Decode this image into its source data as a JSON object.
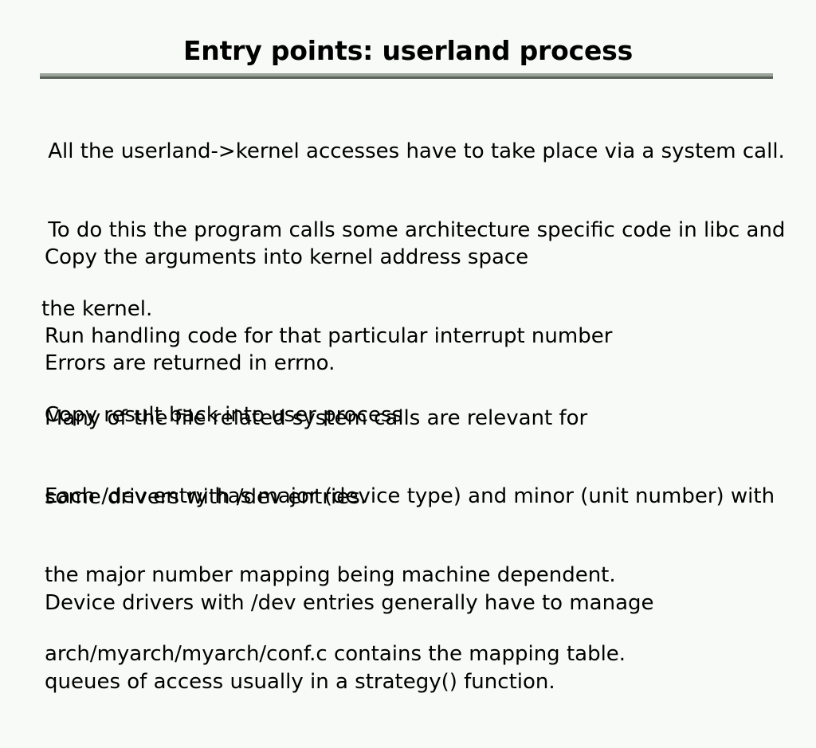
{
  "slide": {
    "title": "Entry points: userland process",
    "background_color": "#f7faf7",
    "text_color": "#000000",
    "rule": {
      "highlight_color": "#9aa39a",
      "shadow_color": "#5a625a"
    },
    "blocks": {
      "intro": {
        "line1": " All the userland->kernel accesses have to take place via a system call.",
        "line2": " To do this the program calls some architecture specific code in libc and",
        "line3": "the kernel."
      },
      "steps": {
        "line1": "Copy the arguments into kernel address space",
        "line2": "Run handling code for that particular interrupt number",
        "line3": "Copy result back into user process"
      },
      "errno": {
        "line1": "Errors are returned in errno."
      },
      "files": {
        "line1": "Many of the file related system calls are relevant for",
        "line2": "some drivers with /dev entries."
      },
      "dev_entries": {
        "line1": "Each /dev entry has major (device type) and minor (unit number) with",
        "line2": "the major number mapping being machine dependent.",
        "line3": "arch/myarch/myarch/conf.c contains the mapping table."
      },
      "drivers": {
        "line1": "Device drivers with /dev entries generally have to manage",
        "line2": "queues of access usually in a strategy() function."
      }
    }
  }
}
